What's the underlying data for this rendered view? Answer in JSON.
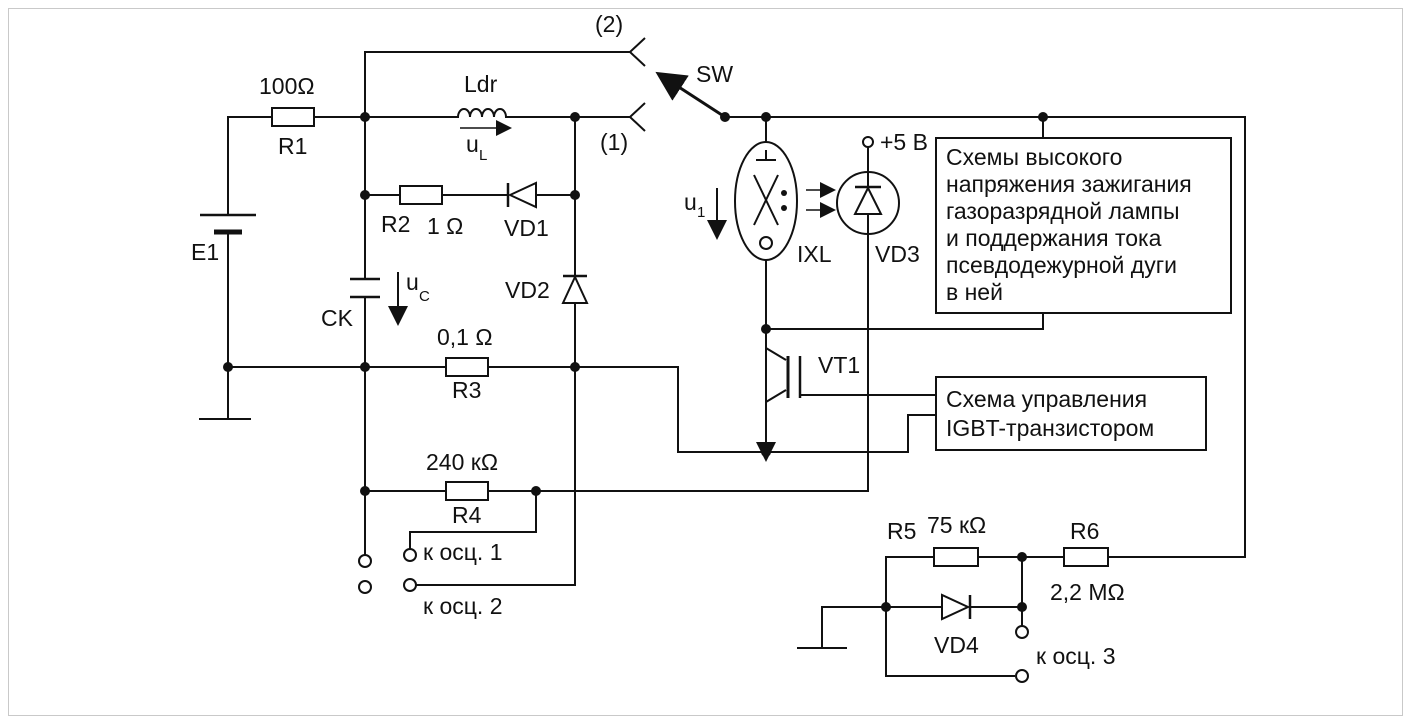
{
  "labels": {
    "r1_value": "100Ω",
    "r1": "R1",
    "ldr": "Ldr",
    "ul_main": "u",
    "ul_sub": "L",
    "sw_pos2": "(2)",
    "sw_pos1": "(1)",
    "sw": "SW",
    "r2": "R2",
    "r2_value": "1 Ω",
    "vd1": "VD1",
    "e1": "E1",
    "ck": "CK",
    "uc_main": "u",
    "uc_sub": "C",
    "vd2": "VD2",
    "r3_value": "0,1 Ω",
    "r3": "R3",
    "r4_value": "240 кΩ",
    "r4": "R4",
    "osc1": "к осц. 1",
    "osc2": "к осц. 2",
    "u1_main": "u",
    "u1_sub": "1",
    "ixl": "IXL",
    "vd3": "VD3",
    "plus5v": "+5 В",
    "vt1": "VT1",
    "r5": "R5",
    "r5_value": "75 кΩ",
    "r6": "R6",
    "r6_value": "2,2 МΩ",
    "vd4": "VD4",
    "osc3": "к осц. 3"
  },
  "high_voltage_box": {
    "lines": [
      "Схемы высокого",
      "напряжения зажигания",
      "газоразрядной лампы",
      "и поддержания тока",
      "псевдодежурной дуги",
      "в ней"
    ]
  },
  "igbt_box": {
    "lines": [
      "Схема управления",
      "IGBT-транзистором"
    ]
  }
}
